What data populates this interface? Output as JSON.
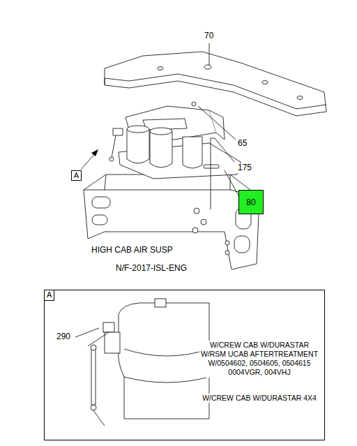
{
  "diagram": {
    "nodes": [
      {
        "text": [
          "80"
        ]
      },
      {
        "text": [
          "A"
        ]
      },
      {
        "text": [
          "A",
          "W/CREW CAB W/DURASTAR W/RSM UCAB AFTERTREATMENT W/0504602, 0504605, 0504615 0004VGR, 004VHJ",
          "W/CREW CAB W/DURASTAR 4X4"
        ]
      }
    ],
    "labels": [
      "70",
      "65",
      "175",
      "HIGH CAB AIR SUSP",
      "N/F-2017-ISL-ENG",
      "290"
    ]
  }
}
